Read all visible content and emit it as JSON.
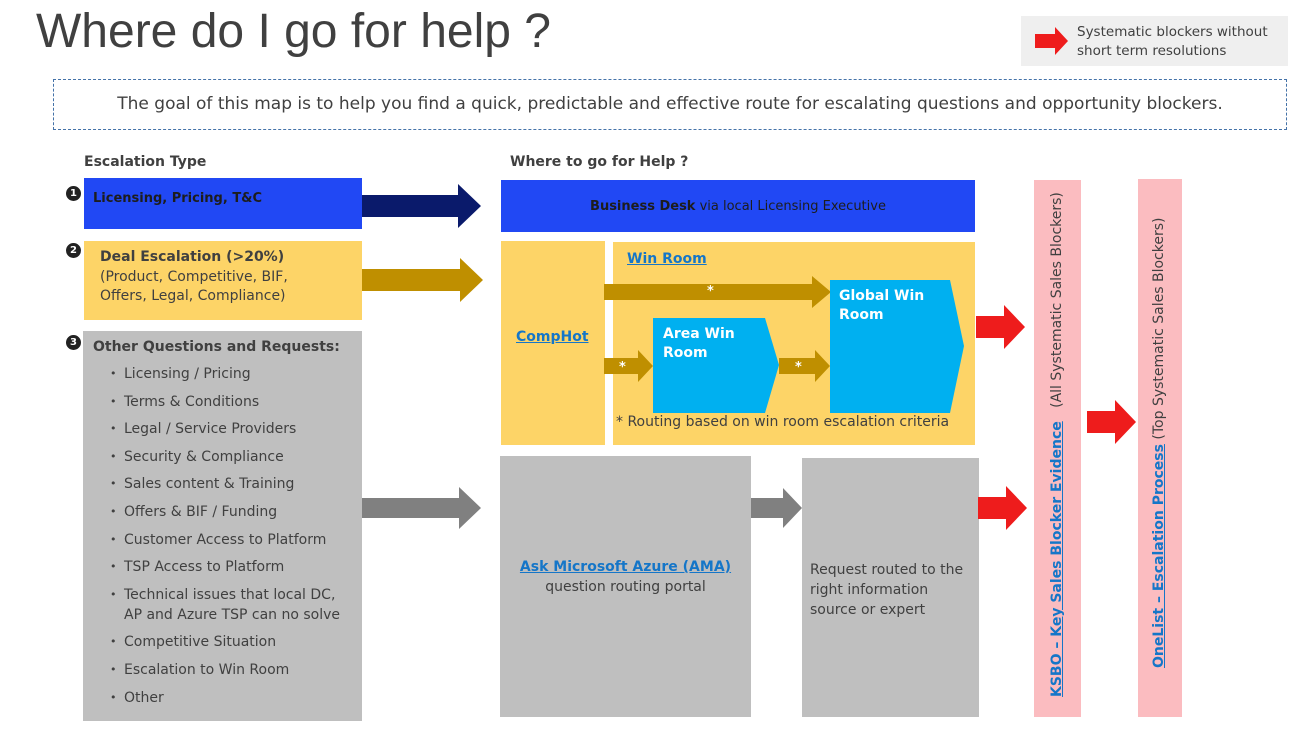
{
  "title": "Where do I go for help ?",
  "legend": {
    "text": "Systematic blockers without short term resolutions",
    "arrow_color": "#ee1c1c"
  },
  "goal": "The goal of this map is to help you find a quick, predictable and effective route for escalating questions and opportunity blockers.",
  "headers": {
    "escalation_type": "Escalation Type",
    "where_to_go": "Where to go for Help ?"
  },
  "escalations": [
    {
      "number": "1",
      "label": "Licensing, Pricing, T&C",
      "color": "#2148f4"
    },
    {
      "number": "2",
      "label_bold": "Deal Escalation (>20%)",
      "label_detail": "(Product, Competitive, BIF, Offers, Legal, Compliance)",
      "color": "#fdd467"
    },
    {
      "number": "3",
      "label": "Other Questions and Requests:",
      "color": "#bfbfbf",
      "items": [
        "Licensing / Pricing",
        "Terms & Conditions",
        "Legal / Service Providers",
        "Security & Compliance",
        "Sales content & Training",
        "Offers & BIF / Funding",
        "Customer Access to Platform",
        "TSP Access to Platform",
        "Technical issues that local DC,",
        "AP and Azure TSP can no solve",
        "Competitive Situation",
        "Escalation to Win Room",
        "Other"
      ]
    }
  ],
  "destinations": {
    "business_desk": {
      "bold": "Business Desk",
      "rest": " via local Licensing Executive"
    },
    "comphot": "CompHot",
    "win_room": "Win Room",
    "area_win_room": "Area Win Room",
    "global_win_room": "Global Win Room",
    "asterisk": "*",
    "routing_note": "* Routing based on win room escalation criteria",
    "ama_link": "Ask Microsoft Azure (AMA)",
    "ama_sub": "question routing portal",
    "request_routed": "Request routed to the right information source or expert",
    "ksbo_link": "KSBO – Key Sales Blocker Evidence",
    "ksbo_rest": "(All Systematic Sales Blockers)",
    "onelist_link": "OneList – Escalation Process",
    "onelist_rest": "(Top Systematic Sales Blockers)"
  },
  "colors": {
    "blue": "#2148f4",
    "navy": "#0a1a6b",
    "yellow": "#fdd467",
    "gold": "#bf8f00",
    "cyan": "#00b0f0",
    "gray": "#bfbfbf",
    "dark_gray": "#808080",
    "pink": "#fbbcc0",
    "red": "#ee1c1c",
    "link": "#1576c8"
  }
}
